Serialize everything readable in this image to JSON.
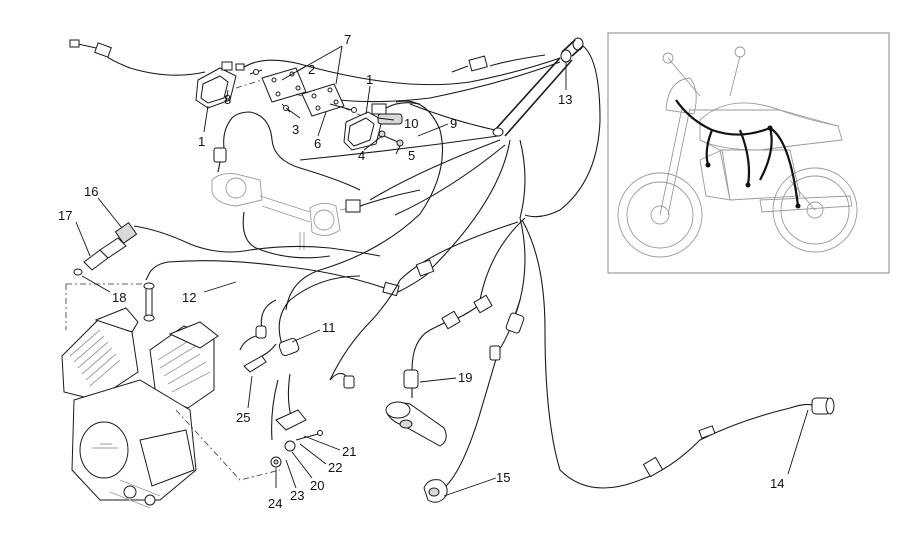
{
  "callouts": [
    {
      "id": "c1a",
      "label": "1"
    },
    {
      "id": "c1b",
      "label": "1"
    },
    {
      "id": "c2",
      "label": "2"
    },
    {
      "id": "c3",
      "label": "3"
    },
    {
      "id": "c4",
      "label": "4"
    },
    {
      "id": "c5",
      "label": "5"
    },
    {
      "id": "c6",
      "label": "6"
    },
    {
      "id": "c7",
      "label": "7"
    },
    {
      "id": "c8",
      "label": "8"
    },
    {
      "id": "c9",
      "label": "9"
    },
    {
      "id": "c10",
      "label": "10"
    },
    {
      "id": "c11",
      "label": "11"
    },
    {
      "id": "c12",
      "label": "12"
    },
    {
      "id": "c13",
      "label": "13"
    },
    {
      "id": "c14",
      "label": "14"
    },
    {
      "id": "c15",
      "label": "15"
    },
    {
      "id": "c16",
      "label": "16"
    },
    {
      "id": "c17",
      "label": "17"
    },
    {
      "id": "c18",
      "label": "18"
    },
    {
      "id": "c19",
      "label": "19"
    },
    {
      "id": "c20",
      "label": "20"
    },
    {
      "id": "c21",
      "label": "21"
    },
    {
      "id": "c22",
      "label": "22"
    },
    {
      "id": "c23",
      "label": "23"
    },
    {
      "id": "c24",
      "label": "24"
    },
    {
      "id": "c25",
      "label": "25"
    }
  ],
  "inset": {
    "icon": "motorcycle-silhouette-icon"
  }
}
